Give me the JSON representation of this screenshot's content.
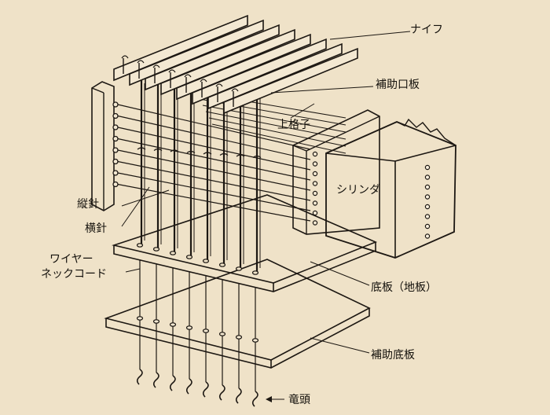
{
  "diagram": {
    "labels": {
      "knife": "ナイフ",
      "aux_mouth_board": "補助口板",
      "upper_grid": "上格子",
      "cylinder": "シリンダ",
      "vertical_needle": "縦針",
      "horizontal_needle": "横針",
      "wire_neck_cord_1": "ワイヤー",
      "wire_neck_cord_2": "ネックコード",
      "bottom_board": "底板（地板）",
      "aux_bottom_board": "補助底板",
      "hook": "竜頭"
    },
    "colors": {
      "paper": "#efe2c8",
      "ink": "#1c1712",
      "board_fill": "#f3e8d2"
    }
  }
}
